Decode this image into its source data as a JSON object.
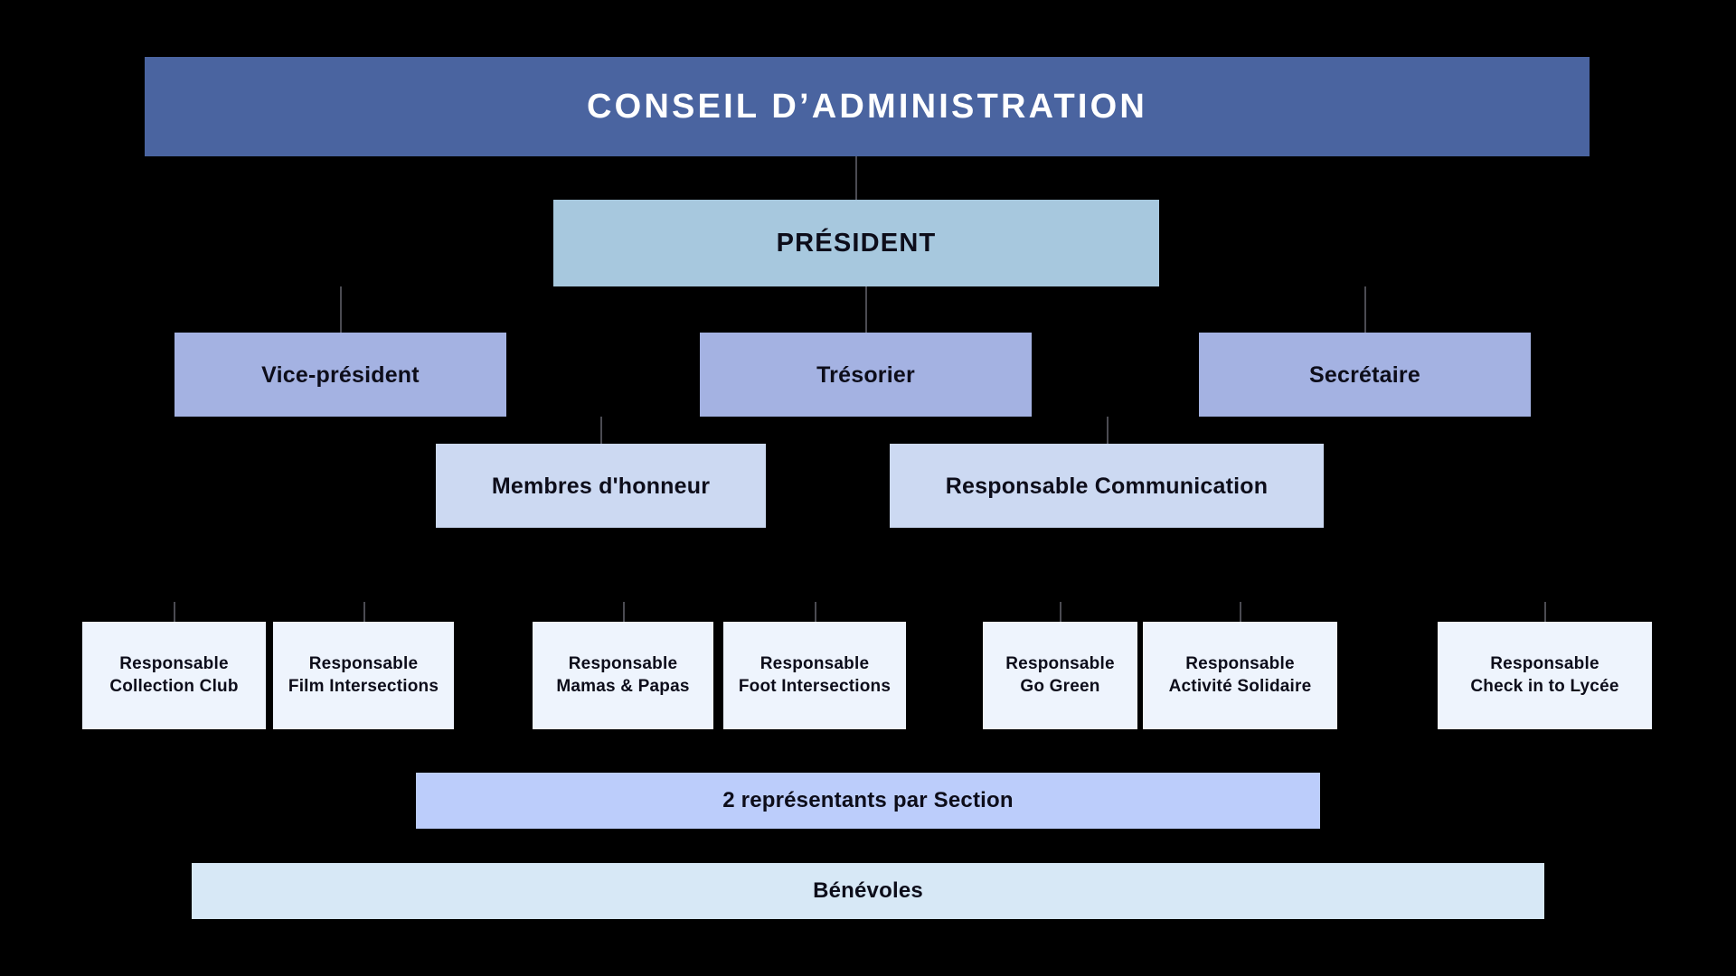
{
  "chart_data": {
    "type": "diagram",
    "diagram_kind": "organizational-chart",
    "title": "CONSEIL D’ADMINISTRATION",
    "background_color": "#000000",
    "levels": [
      {
        "level": 0,
        "name": "board",
        "color": "#4a64a0",
        "text_color": "#ffffff",
        "nodes": [
          "CONSEIL D’ADMINISTRATION"
        ]
      },
      {
        "level": 1,
        "name": "president",
        "color": "#a7c8de",
        "text_color": "#0d0d1a",
        "nodes": [
          "PRÉSIDENT"
        ]
      },
      {
        "level": 2,
        "name": "officers",
        "color": "#a4b2e2",
        "text_color": "#0d0d1a",
        "nodes": [
          "Vice-président",
          "Trésorier",
          "Secrétaire"
        ]
      },
      {
        "level": 3,
        "name": "support",
        "color": "#ccd9f2",
        "text_color": "#0d0d1a",
        "nodes": [
          "Membres d'honneur",
          "Responsable Communication"
        ]
      },
      {
        "level": 4,
        "name": "activity-leads",
        "color": "#eef4fd",
        "text_color": "#0d0d1a",
        "nodes": [
          "Responsable\nCollection Club",
          "Responsable\nFilm Intersections",
          "Responsable\nMamas & Papas",
          "Responsable\nFoot Intersections",
          "Responsable\nGo Green",
          "Responsable\nActivité Solidaire",
          "Responsable\nCheck in to Lycée"
        ]
      },
      {
        "level": 5,
        "name": "section-representatives",
        "color": "#bccdfb",
        "text_color": "#0d0d1a",
        "nodes": [
          "2 représentants par Section"
        ]
      },
      {
        "level": 6,
        "name": "volunteers",
        "color": "#d7e8f6",
        "text_color": "#0d0d1a",
        "nodes": [
          "Bénévoles"
        ]
      }
    ]
  },
  "board": {
    "title": "CONSEIL D’ADMINISTRATION"
  },
  "president": {
    "label": "PRÉSIDENT"
  },
  "officers": [
    {
      "label": "Vice-président"
    },
    {
      "label": "Trésorier"
    },
    {
      "label": "Secrétaire"
    }
  ],
  "support": [
    {
      "label": "Membres d'honneur"
    },
    {
      "label": "Responsable Communication"
    }
  ],
  "leads": [
    {
      "label": "Responsable\nCollection Club"
    },
    {
      "label": "Responsable\nFilm Intersections"
    },
    {
      "label": "Responsable\nMamas & Papas"
    },
    {
      "label": "Responsable\nFoot Intersections"
    },
    {
      "label": "Responsable\nGo Green"
    },
    {
      "label": "Responsable\nActivité Solidaire"
    },
    {
      "label": "Responsable\nCheck in to Lycée"
    }
  ],
  "representatives": {
    "label": "2 représentants par Section"
  },
  "volunteers": {
    "label": "Bénévoles"
  },
  "colors": {
    "board": "#4a64a0",
    "president": "#a7c8de",
    "officer": "#a4b2e2",
    "support": "#ccd9f2",
    "lead": "#eef4fd",
    "representatives": "#bccdfb",
    "volunteers": "#d7e8f6",
    "background": "#000000",
    "connector": "#4b4b52"
  }
}
